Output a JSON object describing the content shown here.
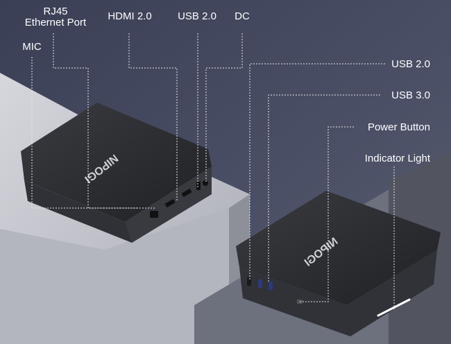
{
  "labels": {
    "rj45_line1": "RJ45",
    "rj45_line2": "Ethernet Port",
    "hdmi": "HDMI 2.0",
    "usb20_top": "USB 2.0",
    "dc": "DC",
    "mic": "MIC",
    "usb20_right": "USB 2.0",
    "usb30": "USB 3.0",
    "power_button": "Power Button",
    "indicator_light": "Indicator Light"
  },
  "brand": "NIPOGI",
  "colors": {
    "background": "#454a5e",
    "device": "#2b2c30",
    "pedestal": "#c9cad0"
  }
}
